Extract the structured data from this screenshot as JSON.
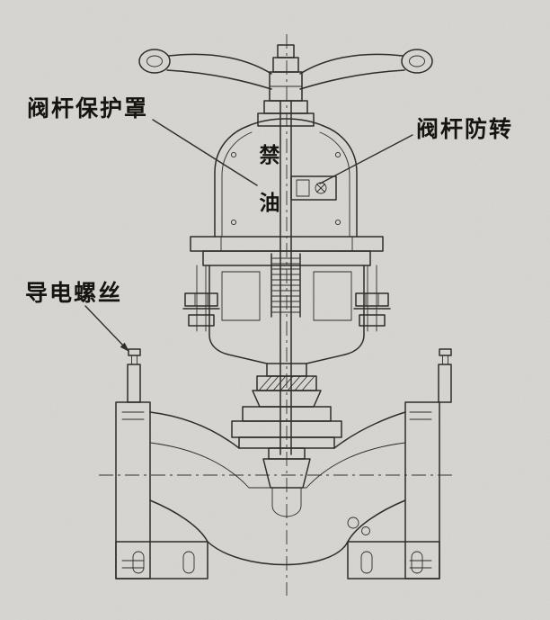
{
  "page": {
    "background_color": "#d7d6d2",
    "line_color": "#2f2d2a",
    "text_color": "#17140f"
  },
  "diagram": {
    "type": "valve-cross-section-technical-drawing",
    "labels": {
      "stem_protective_cover": "阀杆保护罩",
      "stem_anti_rotation": "阀杆防转",
      "conductive_screw": "导电螺丝",
      "no_oil_marking": "禁油"
    }
  }
}
